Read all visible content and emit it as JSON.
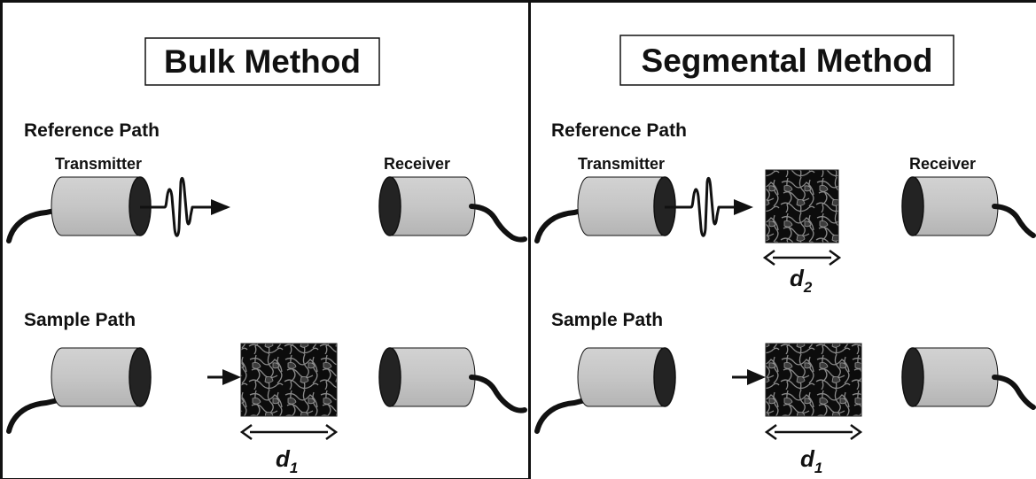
{
  "panels": {
    "bulk": {
      "title": "Bulk Method",
      "reference_label": "Reference Path",
      "sample_label": "Sample Path",
      "transmitter_label": "Transmitter",
      "receiver_label": "Receiver",
      "sample_distance": {
        "symbol": "d",
        "subscript": "1"
      }
    },
    "segmental": {
      "title": "Segmental Method",
      "reference_label": "Reference Path",
      "sample_label": "Sample Path",
      "transmitter_label": "Transmitter",
      "receiver_label": "Receiver",
      "reference_distance": {
        "symbol": "d",
        "subscript": "2"
      },
      "sample_distance": {
        "symbol": "d",
        "subscript": "1"
      }
    }
  },
  "colors": {
    "frame": "#111111",
    "transducer_body": "#c8c8c8",
    "transducer_face": "#232323",
    "sample_background": "#0c0c0c",
    "sample_texture": "#8a8a8a"
  }
}
